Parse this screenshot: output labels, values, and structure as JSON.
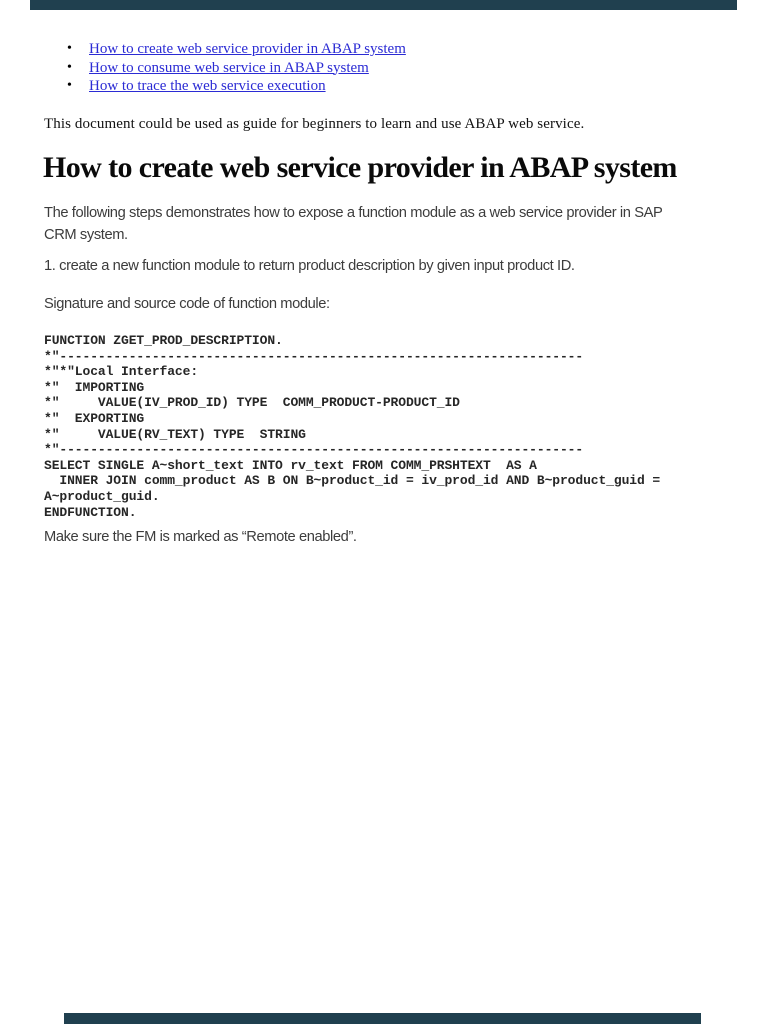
{
  "page": {
    "background": "#ffffff",
    "edge_bar_color": "#20404f",
    "link_color": "#2b2bd4"
  },
  "toc": {
    "items": [
      {
        "label": "How to create web service provider in ABAP system"
      },
      {
        "label": "How to consume web service in ABAP system"
      },
      {
        "label": "How to trace the web service execution"
      }
    ]
  },
  "intro": "This document could be used as guide for beginners to learn and use ABAP web service.",
  "heading": "How to create web service provider in ABAP system",
  "body": {
    "following_lines": [
      "The following steps demonstrates how to expose a function module as a web service provider in SAP",
      "CRM system."
    ],
    "step1": "1. create a new function module to return product description by given input product ID.",
    "signature_caption": "Signature and source code of function module:",
    "note": "Make sure the FM is marked as “Remote enabled”."
  },
  "code": {
    "lines": [
      "FUNCTION ZGET_PROD_DESCRIPTION.",
      "*\"--------------------------------------------------------------------",
      "*\"*\"Local Interface:",
      "*\"  IMPORTING",
      "*\"     VALUE(IV_PROD_ID) TYPE  COMM_PRODUCT-PRODUCT_ID",
      "*\"  EXPORTING",
      "*\"     VALUE(RV_TEXT) TYPE  STRING",
      "*\"--------------------------------------------------------------------",
      "SELECT SINGLE A~short_text INTO rv_text FROM COMM_PRSHTEXT  AS A",
      "  INNER JOIN comm_product AS B ON B~product_id = iv_prod_id AND B~product_guid =",
      "A~product_guid.",
      "ENDFUNCTION."
    ]
  }
}
